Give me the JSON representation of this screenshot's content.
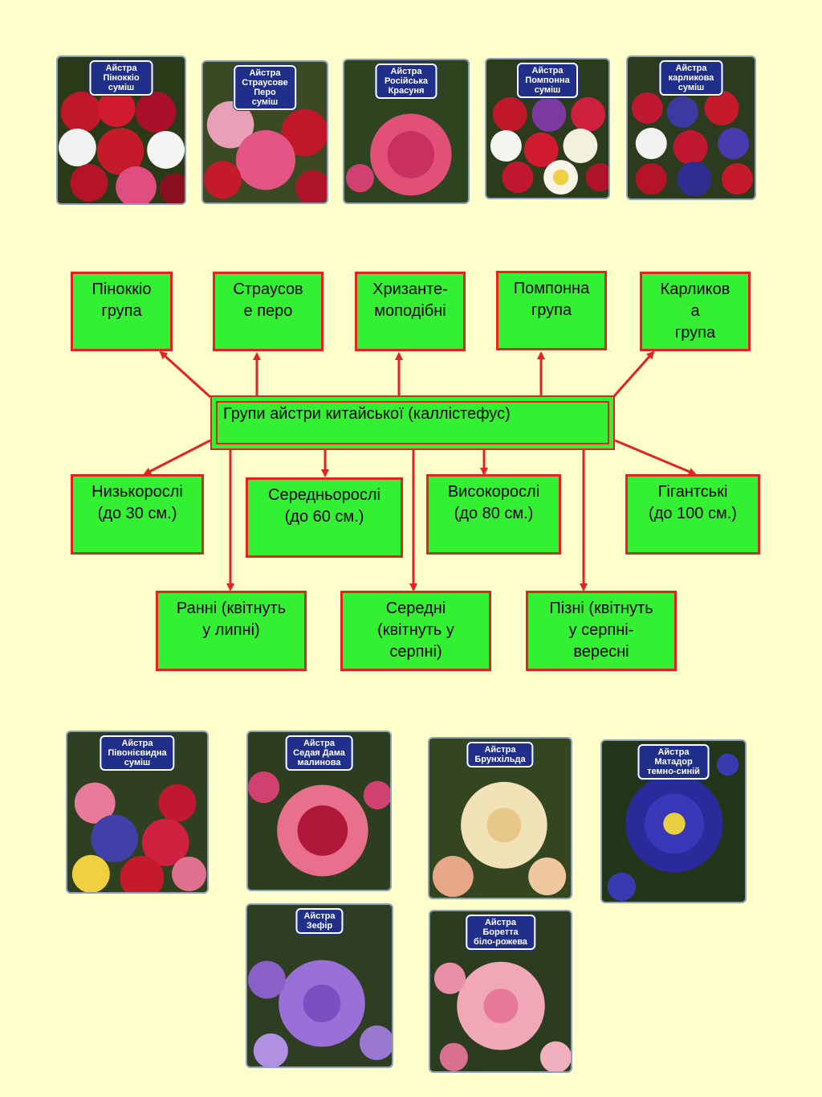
{
  "top_photos": [
    {
      "label": "Айстра Піноккіо\nсуміш",
      "icon": "flower-photo"
    },
    {
      "label": "Айстра\nСтраусове Перо\nсуміш",
      "icon": "flower-photo"
    },
    {
      "label": "Айстра\nРосійська Красуня",
      "icon": "flower-photo"
    },
    {
      "label": "Айстра Помпонна\nсуміш",
      "icon": "flower-photo"
    },
    {
      "label": "Айстра карликова\nсуміш",
      "icon": "flower-photo"
    }
  ],
  "diagram": {
    "central": "Групи айстри китайської (каллістефус)",
    "form_groups": [
      "Піноккіо\nгрупа",
      "Страусов\nе перо",
      "Хризанте-\nмоподібні",
      "Помпонна\nгрупа",
      "Карликов\nа\nгрупа"
    ],
    "height_groups": [
      "Низькорослі\n(до 30 см.)",
      "Середньорослі\n(до 60 см.)",
      "Високорослі\n(до 80 см.)",
      "Гігантські\n(до 100 см.)"
    ],
    "bloom_groups": [
      "Ранні (квітнуть\nу липні)",
      "Середні\n(квітнуть у\nсерпні)",
      "Пізні (квітнуть\nу серпні-\nвересні"
    ]
  },
  "bottom_photos": [
    {
      "label": "Айстра\nПівонієвидна\nсуміш",
      "icon": "flower-photo"
    },
    {
      "label": "Айстра\nСедая Дама\nмалинова",
      "icon": "flower-photo"
    },
    {
      "label": "Айстра\nБрунхільда",
      "icon": "flower-photo"
    },
    {
      "label": "Айстра Матадор\nтемно-синій",
      "icon": "flower-photo"
    },
    {
      "label": "Айстра\nЗефір",
      "icon": "flower-photo"
    },
    {
      "label": "Айстра Боретта\nбіло-рожева",
      "icon": "flower-photo"
    }
  ],
  "colors": {
    "background": "#FFFFCC",
    "box_fill": "#33F033",
    "box_border": "#E52222",
    "label_bg": "#1F2F8A"
  }
}
